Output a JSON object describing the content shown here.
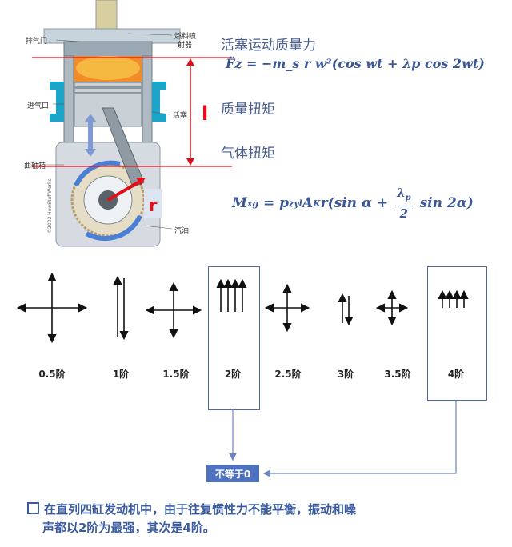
{
  "engine": {
    "labels": {
      "exhaust": "排气门",
      "injector_line1": "燃料喷",
      "injector_line2": "射器",
      "intake": "进气口",
      "piston": "活塞",
      "crankcase": "曲轴箱",
      "oil": "汽油",
      "copyright": "©2002 HowStuffWorks"
    },
    "stroke_label": "l",
    "radius_label": "r"
  },
  "headings": {
    "inertia_force": "活塞运动质量力",
    "mass_torque": "质量扭矩",
    "gas_torque": "气体扭矩"
  },
  "formulas": {
    "force": "F̈z = −m_s r w²(cos wt + λp cos 2wt)",
    "torque_lhs": "M",
    "torque_lhs_sub": "xg",
    "torque_mid": " = p",
    "torque_mid_sub": "zyl",
    "torque_a": "A",
    "torque_a_sub": "K",
    "torque_r": "r(sin α + ",
    "torque_frac_num": "λ",
    "torque_frac_num_sub": "p",
    "torque_frac_den": "2",
    "torque_tail": " sin 2α)"
  },
  "orders": [
    {
      "label": "0.5阶",
      "arrows": "cross-large"
    },
    {
      "label": "1阶",
      "arrows": "double-vertical"
    },
    {
      "label": "1.5阶",
      "arrows": "cross-medium"
    },
    {
      "label": "2阶",
      "arrows": "four-up",
      "boxed": true
    },
    {
      "label": "2.5阶",
      "arrows": "cross-small"
    },
    {
      "label": "3阶",
      "arrows": "double-vertical-small"
    },
    {
      "label": "3.5阶",
      "arrows": "cross-tiny"
    },
    {
      "label": "4阶",
      "arrows": "four-up-small",
      "boxed": true
    }
  ],
  "not_zero_label": "不等于0",
  "note": {
    "line1": "在直列四缸发动机中，由于往复惯性力不能平衡，振动和噪",
    "line2": "声都以2阶为最强，其次是4阶。"
  },
  "colors": {
    "accent_blue": "#3b5796",
    "box_border": "#4f6a9a",
    "button_blue": "#4f72bf",
    "red": "#e0101a"
  }
}
